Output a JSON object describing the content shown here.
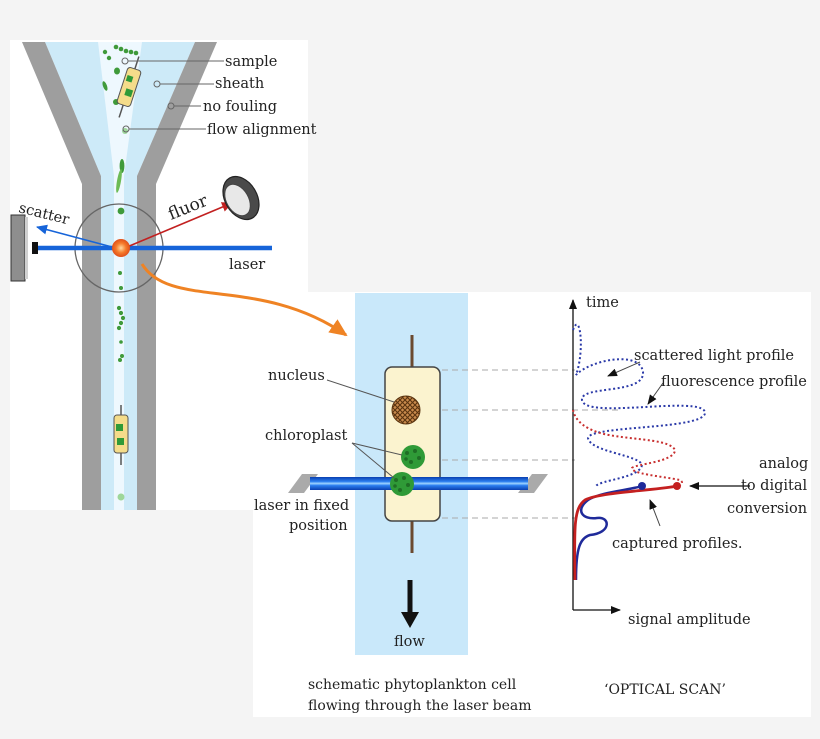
{
  "left_panel": {
    "labels": {
      "sample": "sample",
      "sheath": "sheath",
      "no_fouling": "no fouling",
      "flow_alignment": "flow alignment",
      "scatter": "scatter",
      "fluor": "fluor",
      "laser": "laser"
    }
  },
  "right_panel": {
    "labels": {
      "nucleus": "nucleus",
      "chloroplast": "chloroplast",
      "laser_fixed_line1": "laser in fixed",
      "laser_fixed_line2": "position",
      "flow": "flow",
      "time": "time",
      "scattered_light_profile": "scattered light profile",
      "fluorescence_profile": "fluorescence profile",
      "adc_line1": "analog",
      "adc_line2": "to digital",
      "adc_line3": "conversion",
      "captured_profiles": "captured profiles.",
      "signal_amplitude": "signal amplitude"
    },
    "captions": {
      "cell_line1": "schematic phytoplankton cell",
      "cell_line2": "flowing through the laser beam",
      "optical_scan": "‘OPTICAL SCAN’"
    }
  },
  "colors": {
    "wall": "#9e9e9e",
    "sheath_blue": "#cdeaf8",
    "sample_blue": "#e9f6fd",
    "laser_blue": "#1664d9",
    "fluor_red": "#c22020",
    "arrow_orange": "#ef8324",
    "scatter_curve": "#2b3aa8",
    "fluor_curve": "#c83030",
    "chloroplast_green": "#2f9a37",
    "cell_yellow": "#fbf3cf"
  }
}
